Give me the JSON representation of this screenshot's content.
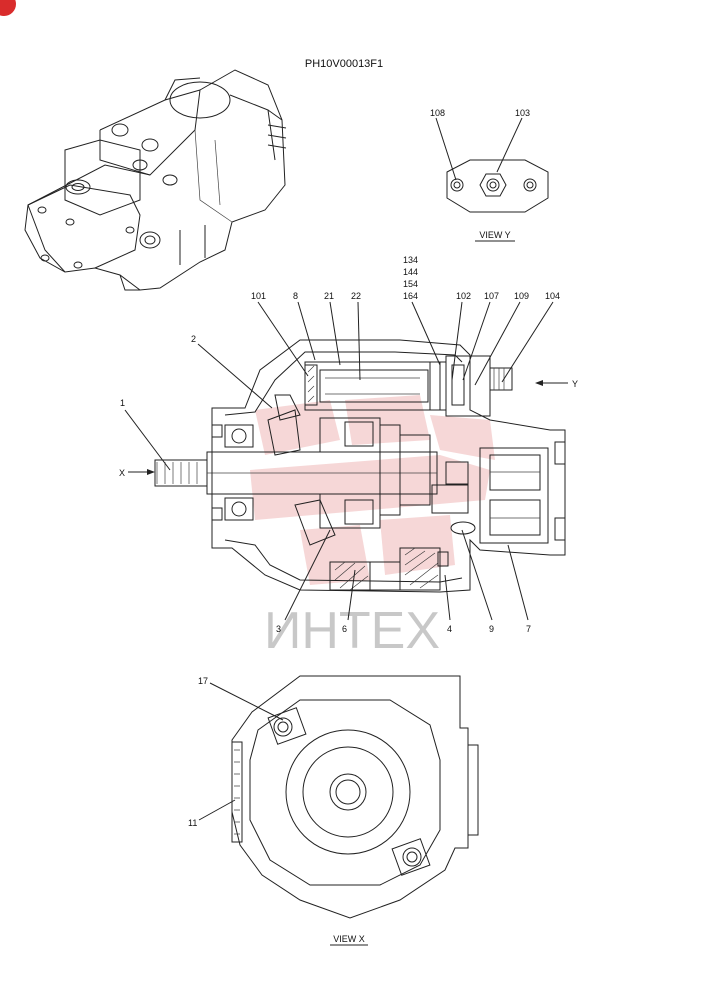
{
  "diagram_id": "PH10V00013F1",
  "views": {
    "y": "VIEW  Y",
    "x": "VIEW  X"
  },
  "arrows": {
    "x": "X",
    "y": "Y"
  },
  "watermark": "ИНТЕХ",
  "labels": {
    "l1": "1",
    "l2": "2",
    "l3": "3",
    "l4": "4",
    "l6": "6",
    "l7": "7",
    "l8": "8",
    "l9": "9",
    "l11": "11",
    "l17": "17",
    "l21": "21",
    "l22": "22",
    "l101": "101",
    "l102": "102",
    "l103": "103",
    "l104": "104",
    "l107": "107",
    "l108": "108",
    "l109": "109",
    "stack": [
      "134",
      "144",
      "154",
      "164"
    ]
  },
  "colors": {
    "watermark": "#cc2222",
    "line": "#222222"
  }
}
